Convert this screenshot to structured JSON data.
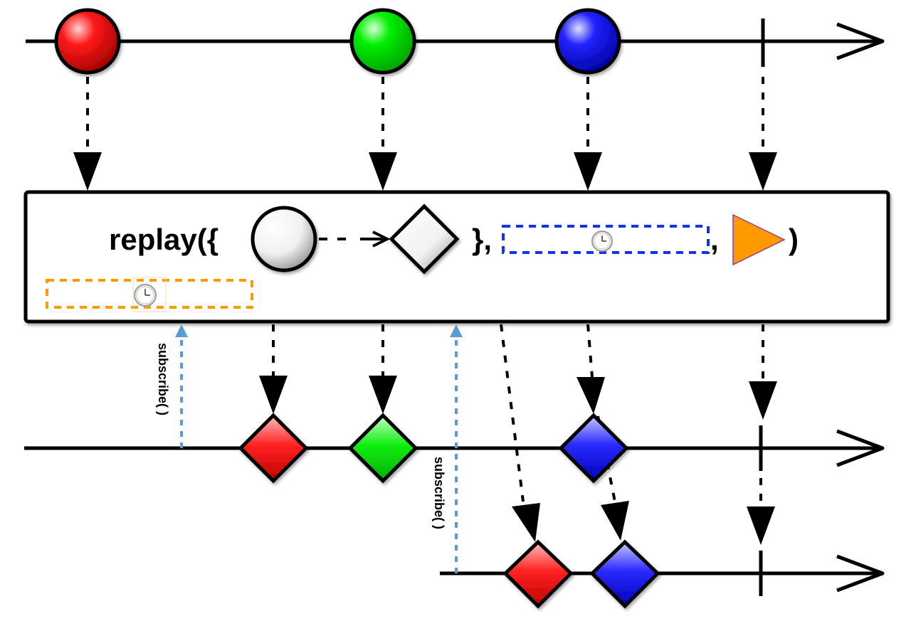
{
  "operator": {
    "prefix": "replay({",
    "mid": "},",
    "comma": ",",
    "suffix": ")"
  },
  "subscribe_label": "subscribe( )",
  "colors": {
    "red": "#ff0000",
    "green": "#00ee00",
    "blue": "#0000ff",
    "orange": "#ff9900",
    "dashed_blue": "#1133ee",
    "subscribe_arrow": "#5b9bd5"
  },
  "source_timeline": {
    "items": [
      {
        "shape": "circle",
        "color": "red"
      },
      {
        "shape": "circle",
        "color": "green"
      },
      {
        "shape": "circle",
        "color": "blue"
      }
    ],
    "completes": true
  },
  "output_timeline_1": {
    "items": [
      {
        "shape": "diamond",
        "color": "red"
      },
      {
        "shape": "diamond",
        "color": "green"
      },
      {
        "shape": "diamond",
        "color": "blue"
      }
    ],
    "completes": true
  },
  "output_timeline_2": {
    "items": [
      {
        "shape": "diamond",
        "color": "red"
      },
      {
        "shape": "diamond",
        "color": "blue"
      }
    ],
    "completes": true
  },
  "icons": [
    "clock-icon",
    "scheduler-triangle-icon"
  ]
}
